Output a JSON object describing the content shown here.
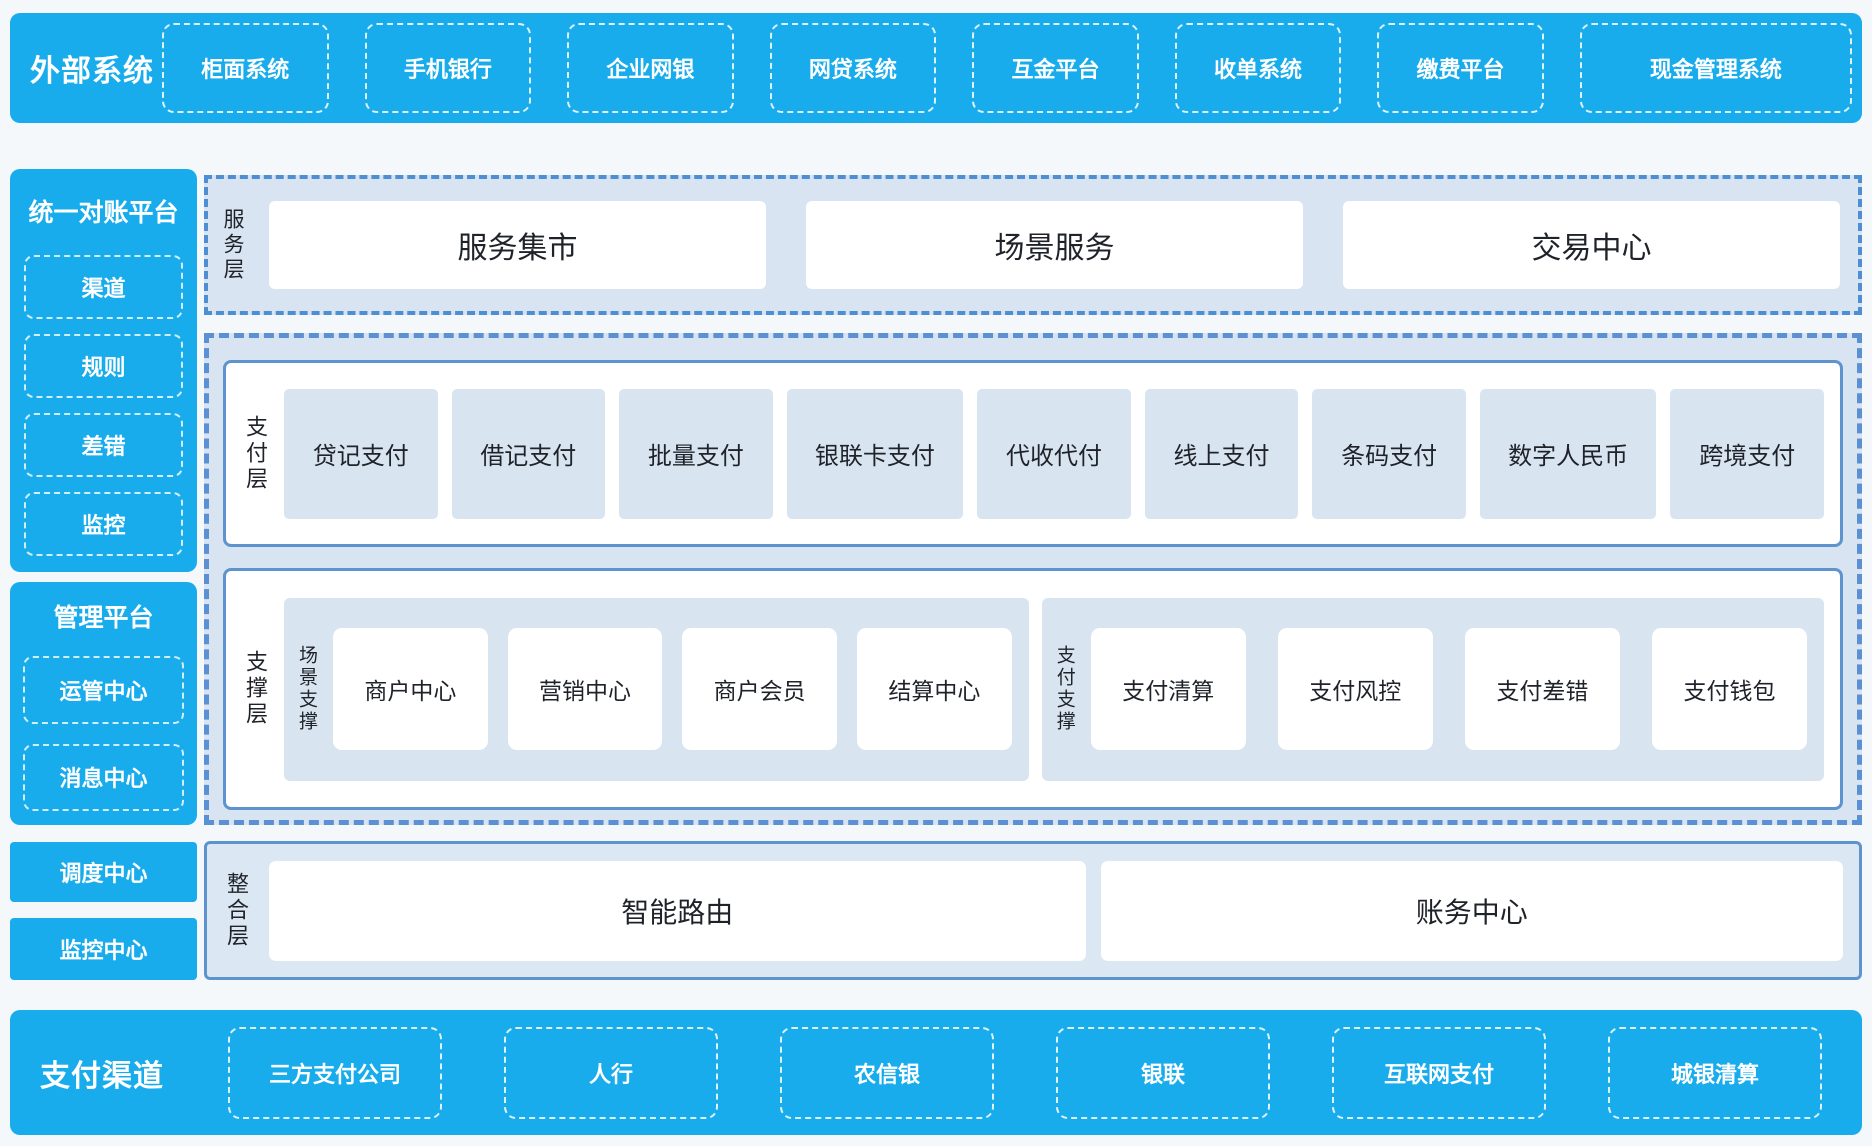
{
  "external_systems": {
    "title": "外部系统",
    "items": [
      "柜面系统",
      "手机银行",
      "企业网银",
      "网贷系统",
      "互金平台",
      "收单系统",
      "缴费平台",
      "现金管理系统"
    ]
  },
  "reconciliation_platform": {
    "title": "统一对账平台",
    "items": [
      "渠道",
      "规则",
      "差错",
      "监控"
    ]
  },
  "management_platform": {
    "title": "管理平台",
    "items": [
      "运管中心",
      "消息中心"
    ]
  },
  "dispatch_center": "调度中心",
  "monitor_center": "监控中心",
  "service_layer": {
    "label": "服务层",
    "items": [
      "服务集市",
      "场景服务",
      "交易中心"
    ]
  },
  "payment_layer": {
    "label": "支付层",
    "items": [
      "贷记支付",
      "借记支付",
      "批量支付",
      "银联卡支付",
      "代收代付",
      "线上支付",
      "条码支付",
      "数字人民币",
      "跨境支付"
    ]
  },
  "support_layer": {
    "label": "支撑层",
    "scene_group": {
      "label": "场景支撑",
      "items": [
        "商户中心",
        "营销中心",
        "商户会员",
        "结算中心"
      ]
    },
    "payment_group": {
      "label": "支付支撑",
      "items": [
        "支付清算",
        "支付风控",
        "支付差错",
        "支付钱包"
      ]
    }
  },
  "integration_layer": {
    "label": "整合层",
    "items": [
      "智能路由",
      "账务中心"
    ]
  },
  "payment_channels": {
    "title": "支付渠道",
    "items": [
      "三方支付公司",
      "人行",
      "农信银",
      "银联",
      "互联网支付",
      "城银清算"
    ]
  },
  "colors": {
    "bright_blue": "#19ACEC",
    "light_panel": "#D8E4F2",
    "cell_blue": "#D9E4F1",
    "solid_border": "#5E94CE",
    "dashed_border": "#5B90D2",
    "text_dark": "#1F2329",
    "page_bg": "#F4F8FB"
  }
}
